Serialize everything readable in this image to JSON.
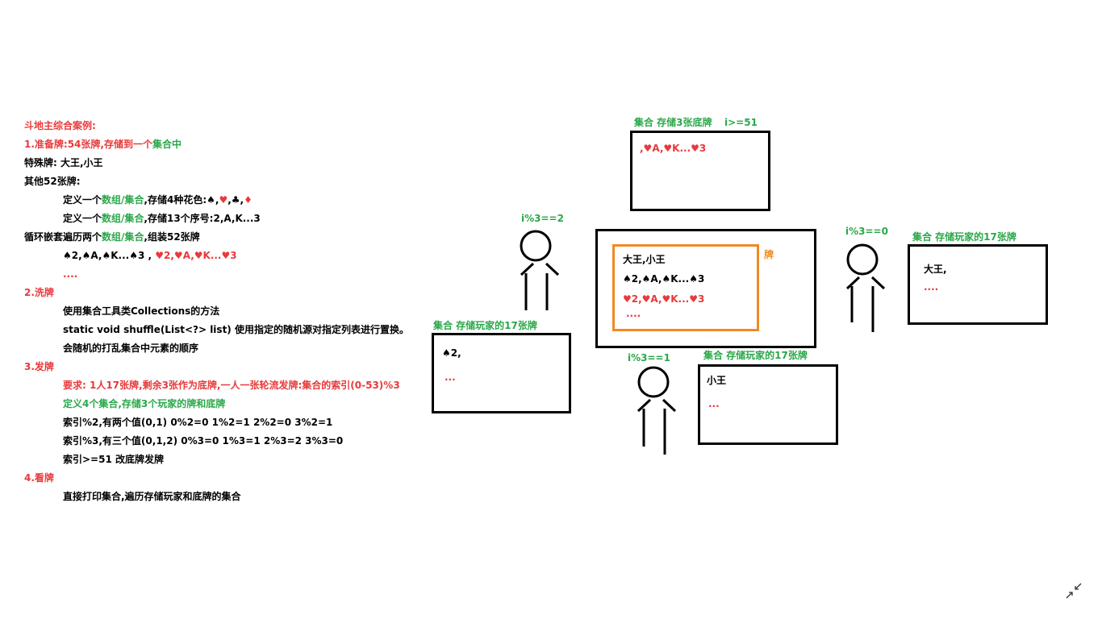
{
  "left_notes": {
    "title": "斗地主综合案例:",
    "step1": {
      "prefix": "1.准备牌:54张牌,存储到一个",
      "highlight": "集合中"
    },
    "special": "特殊牌: 大王,小王",
    "other52": "其他52张牌:",
    "def_suits": {
      "a": "定义一个",
      "b": "数组/集合",
      "c": ",存储4种花色:♠,",
      "d": "♥",
      "e": ",♣,",
      "f": "♦"
    },
    "def_ranks": {
      "a": "定义一个",
      "b": "数组/集合",
      "c": ",存储13个序号:2,A,K...3"
    },
    "loop": {
      "a": "循环嵌套遍历两个",
      "b": "数组/集合",
      "c": ",组装52张牌"
    },
    "cards_black": "♠2,♠A,♠K...♠3 ,",
    "cards_red": "♥2,♥A,♥K...♥3",
    "ellipsis": "....",
    "step2": "2.洗牌",
    "shuffle1": "使用集合工具类Collections的方法",
    "shuffle2": "static void shuffle(List<?> list) 使用指定的随机源对指定列表进行置换。",
    "shuffle3": "会随机的打乱集合中元素的顺序",
    "step3": "3.发牌",
    "deal1": "要求: 1人17张牌,剩余3张作为底牌,一人一张轮流发牌:集合的索引(0-53)%3",
    "deal2": "定义4个集合,存储3个玩家的牌和底牌",
    "deal3": "索引%2,有两个值(0,1) 0%2=0 1%2=1 2%2=0 3%2=1",
    "deal4": "索引%3,有三个值(0,1,2) 0%3=0 1%3=1 2%3=2 3%3=0",
    "deal5": "索引>=51 改底牌发牌",
    "step4": "4.看牌",
    "look1": "直接打印集合,遍历存储玩家和底牌的集合"
  },
  "diagram": {
    "bottom_cards_label": "集合 存储3张底牌",
    "bottom_cards_cond": "i>=51",
    "bottom_cards_content": ",♥A,♥K...♥3",
    "deck_label": "牌",
    "deck_line1": "大王,小王",
    "deck_line2": "♠2,♠A,♠K...♠3",
    "deck_line3": "♥2,♥A,♥K...♥3",
    "deck_line4": "....",
    "player_left_cond": "i%3==2",
    "player_left_label": "集合 存储玩家的17张牌",
    "player_left_card": "♠2,",
    "player_left_more": "...",
    "player_right_cond": "i%3==0",
    "player_right_label": "集合 存储玩家的17张牌",
    "player_right_card": "大王,",
    "player_right_more": "....",
    "player_bottom_cond": "i%3==1",
    "player_bottom_label": "集合 存储玩家的17张牌",
    "player_bottom_card": "小王",
    "player_bottom_more": "..."
  },
  "icons": {
    "corner": "collapse-arrows-icon"
  }
}
